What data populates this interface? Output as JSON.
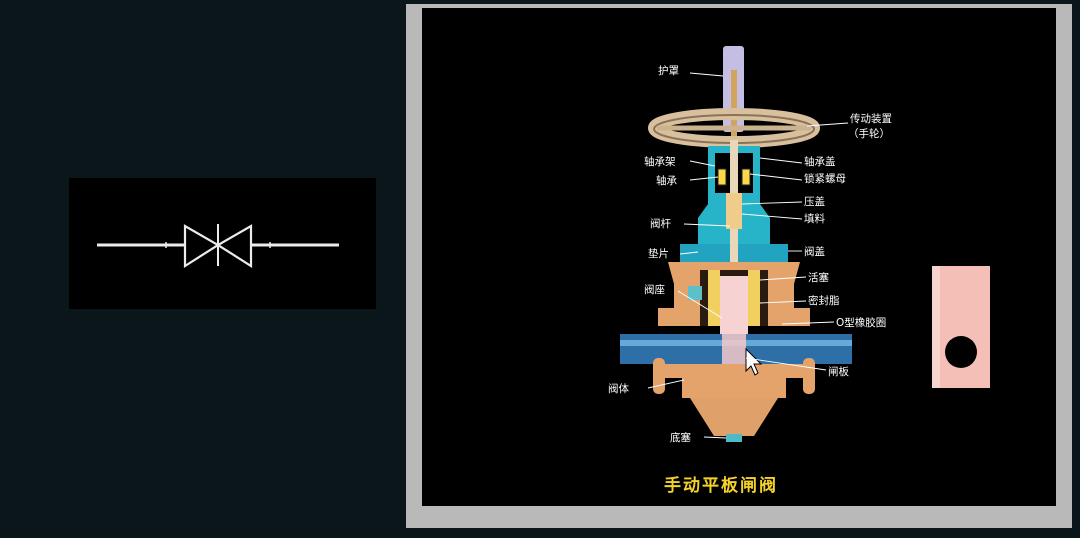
{
  "diagram": {
    "title": "手动平板闸阀",
    "labels": {
      "guard": "护罩",
      "drive_line1": "传动装置",
      "drive_line2": "（手轮）",
      "bearing_frame": "轴承架",
      "bearing_box": "轴承盖",
      "bearing": "轴承",
      "lock_nut": "锁紧螺母",
      "gland": "压盖",
      "packing": "填料",
      "stem": "阀杆",
      "gasket": "垫片",
      "bonnet": "阀盖",
      "piston": "活塞",
      "valve_seat": "阀座",
      "sealing_grease": "密封脂",
      "o_ring": "O型橡胶圈",
      "valve_body": "阀体",
      "gate_plate": "闸板",
      "drain_plug": "底塞"
    }
  },
  "colors": {
    "page_background": "#0b161b",
    "viewer_frame": "#b9b9b9",
    "title_color": "#f4d22a",
    "cover_color": "#27b4c8",
    "body_color": "#e3a36b",
    "handwheel_color": "#dcc3a2",
    "gate_color": "#f3c4c4",
    "card_color": "#f4bfb6"
  }
}
